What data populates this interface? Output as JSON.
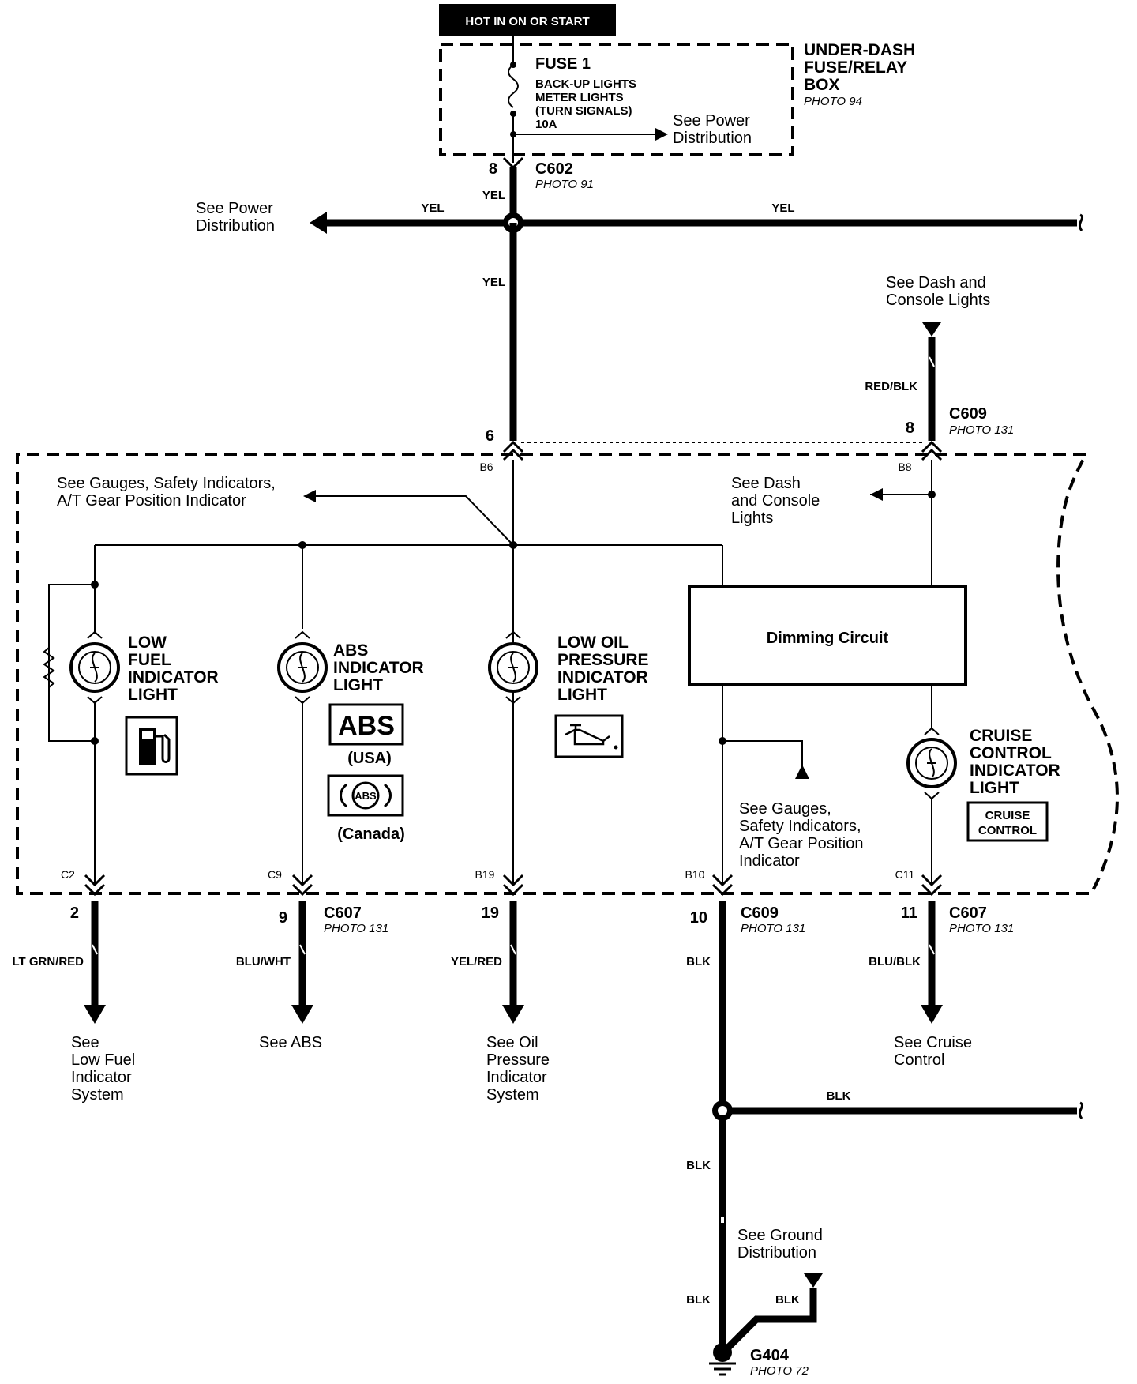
{
  "header": {
    "hot_label": "HOT IN ON OR START"
  },
  "fuse_box": {
    "title_lines": [
      "UNDER-DASH",
      "FUSE/RELAY",
      "BOX"
    ],
    "photo": "PHOTO 94",
    "fuse_name": "FUSE 1",
    "fuse_lines": [
      "BACK-UP LIGHTS",
      "METER LIGHTS",
      "(TURN SIGNALS)",
      "10A"
    ],
    "see_power_lines": [
      "See Power",
      "Distribution"
    ]
  },
  "connectors": {
    "c602": {
      "pin": "8",
      "name": "C602",
      "photo": "PHOTO 91"
    },
    "c609_top": {
      "pin": "8",
      "name": "C609",
      "photo": "PHOTO 131"
    },
    "c607_left": {
      "name": "C607",
      "photo": "PHOTO 131"
    },
    "c609_bottom": {
      "name": "C609",
      "photo": "PHOTO 131"
    },
    "c607_right": {
      "name": "C607",
      "photo": "PHOTO 131"
    },
    "g404": {
      "name": "G404",
      "photo": "PHOTO 72"
    }
  },
  "wires": {
    "yel": "YEL",
    "red_blk": "RED/BLK",
    "lt_grn_red": "LT GRN/RED",
    "blu_wht": "BLU/WHT",
    "yel_red": "YEL/RED",
    "blk": "BLK",
    "blu_blk": "BLU/BLK"
  },
  "pins_top": {
    "left_pin": "6",
    "left_cavity": "B6",
    "right_cavity": "B8"
  },
  "pins_bottom": [
    {
      "pin": "2",
      "cavity": "C2"
    },
    {
      "pin": "9",
      "cavity": "C9"
    },
    {
      "pin": "19",
      "cavity": "B19"
    },
    {
      "pin": "10",
      "cavity": "B10"
    },
    {
      "pin": "11",
      "cavity": "C11"
    }
  ],
  "refs": {
    "power_left": [
      "See Power",
      "Distribution"
    ],
    "dash_top": [
      "See Dash and",
      "Console Lights"
    ],
    "gauges_top": [
      "See Gauges, Safety Indicators,",
      "A/T Gear Position Indicator"
    ],
    "dash_inner": [
      "See Dash",
      "and Console",
      "Lights"
    ],
    "gauges_bottom": [
      "See Gauges,",
      "Safety Indicators,",
      "A/T Gear Position",
      "Indicator"
    ],
    "low_fuel": [
      "See",
      "Low Fuel",
      "Indicator",
      "System"
    ],
    "abs": [
      "See ABS"
    ],
    "oil": [
      "See Oil",
      "Pressure",
      "Indicator",
      "System"
    ],
    "cruise": [
      "See Cruise",
      "Control"
    ],
    "ground": [
      "See Ground",
      "Distribution"
    ]
  },
  "indicators": {
    "low_fuel": [
      "LOW",
      "FUEL",
      "INDICATOR",
      "LIGHT"
    ],
    "abs": [
      "ABS",
      "INDICATOR",
      "LIGHT"
    ],
    "abs_usa_symbol": "ABS",
    "abs_usa": "(USA)",
    "abs_canada_symbol": "ABS",
    "abs_canada": "(Canada)",
    "low_oil": [
      "LOW OIL",
      "PRESSURE",
      "INDICATOR",
      "LIGHT"
    ],
    "cruise": [
      "CRUISE",
      "CONTROL",
      "INDICATOR",
      "LIGHT"
    ],
    "cruise_symbol": [
      "CRUISE",
      "CONTROL"
    ]
  },
  "dimming": {
    "label": "Dimming Circuit"
  }
}
